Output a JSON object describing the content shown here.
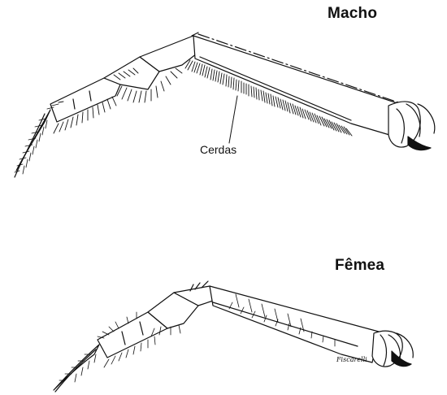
{
  "labels": {
    "male": "Macho",
    "female": "Fêmea",
    "setae": "Cerdas",
    "signature": "Fiscarelli"
  },
  "colors": {
    "ink": "#111111",
    "background": "#ffffff"
  }
}
